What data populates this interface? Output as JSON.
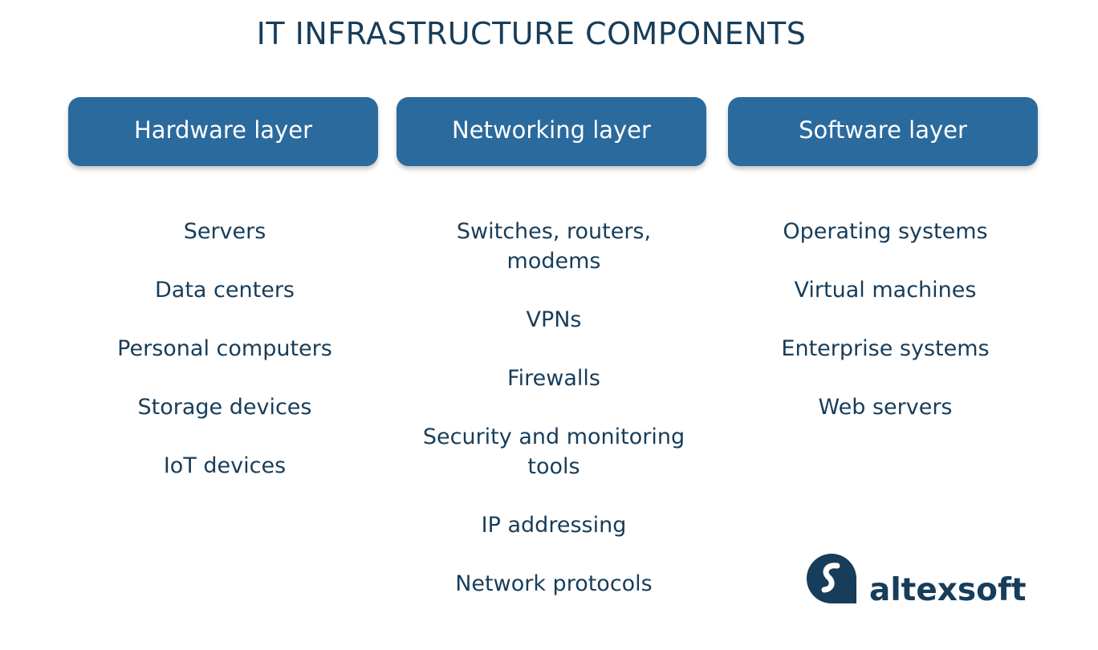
{
  "title": "IT INFRASTRUCTURE COMPONENTS",
  "columns": [
    {
      "header": "Hardware layer",
      "items": [
        "Servers",
        "Data centers",
        "Personal computers",
        "Storage devices",
        "IoT devices"
      ]
    },
    {
      "header": "Networking layer",
      "items": [
        "Switches, routers, modems",
        "VPNs",
        "Firewalls",
        "Security and monitoring tools",
        "IP addressing",
        "Network protocols"
      ]
    },
    {
      "header": "Software layer",
      "items": [
        "Operating systems",
        "Virtual machines",
        "Enterprise systems",
        "Web servers"
      ]
    }
  ],
  "logo": {
    "text": "altexsoft",
    "icon": "altexsoft-logo-mark"
  },
  "colors": {
    "header_fill": "#2b6a9d",
    "text": "#173d5a",
    "background": "#ffffff"
  }
}
